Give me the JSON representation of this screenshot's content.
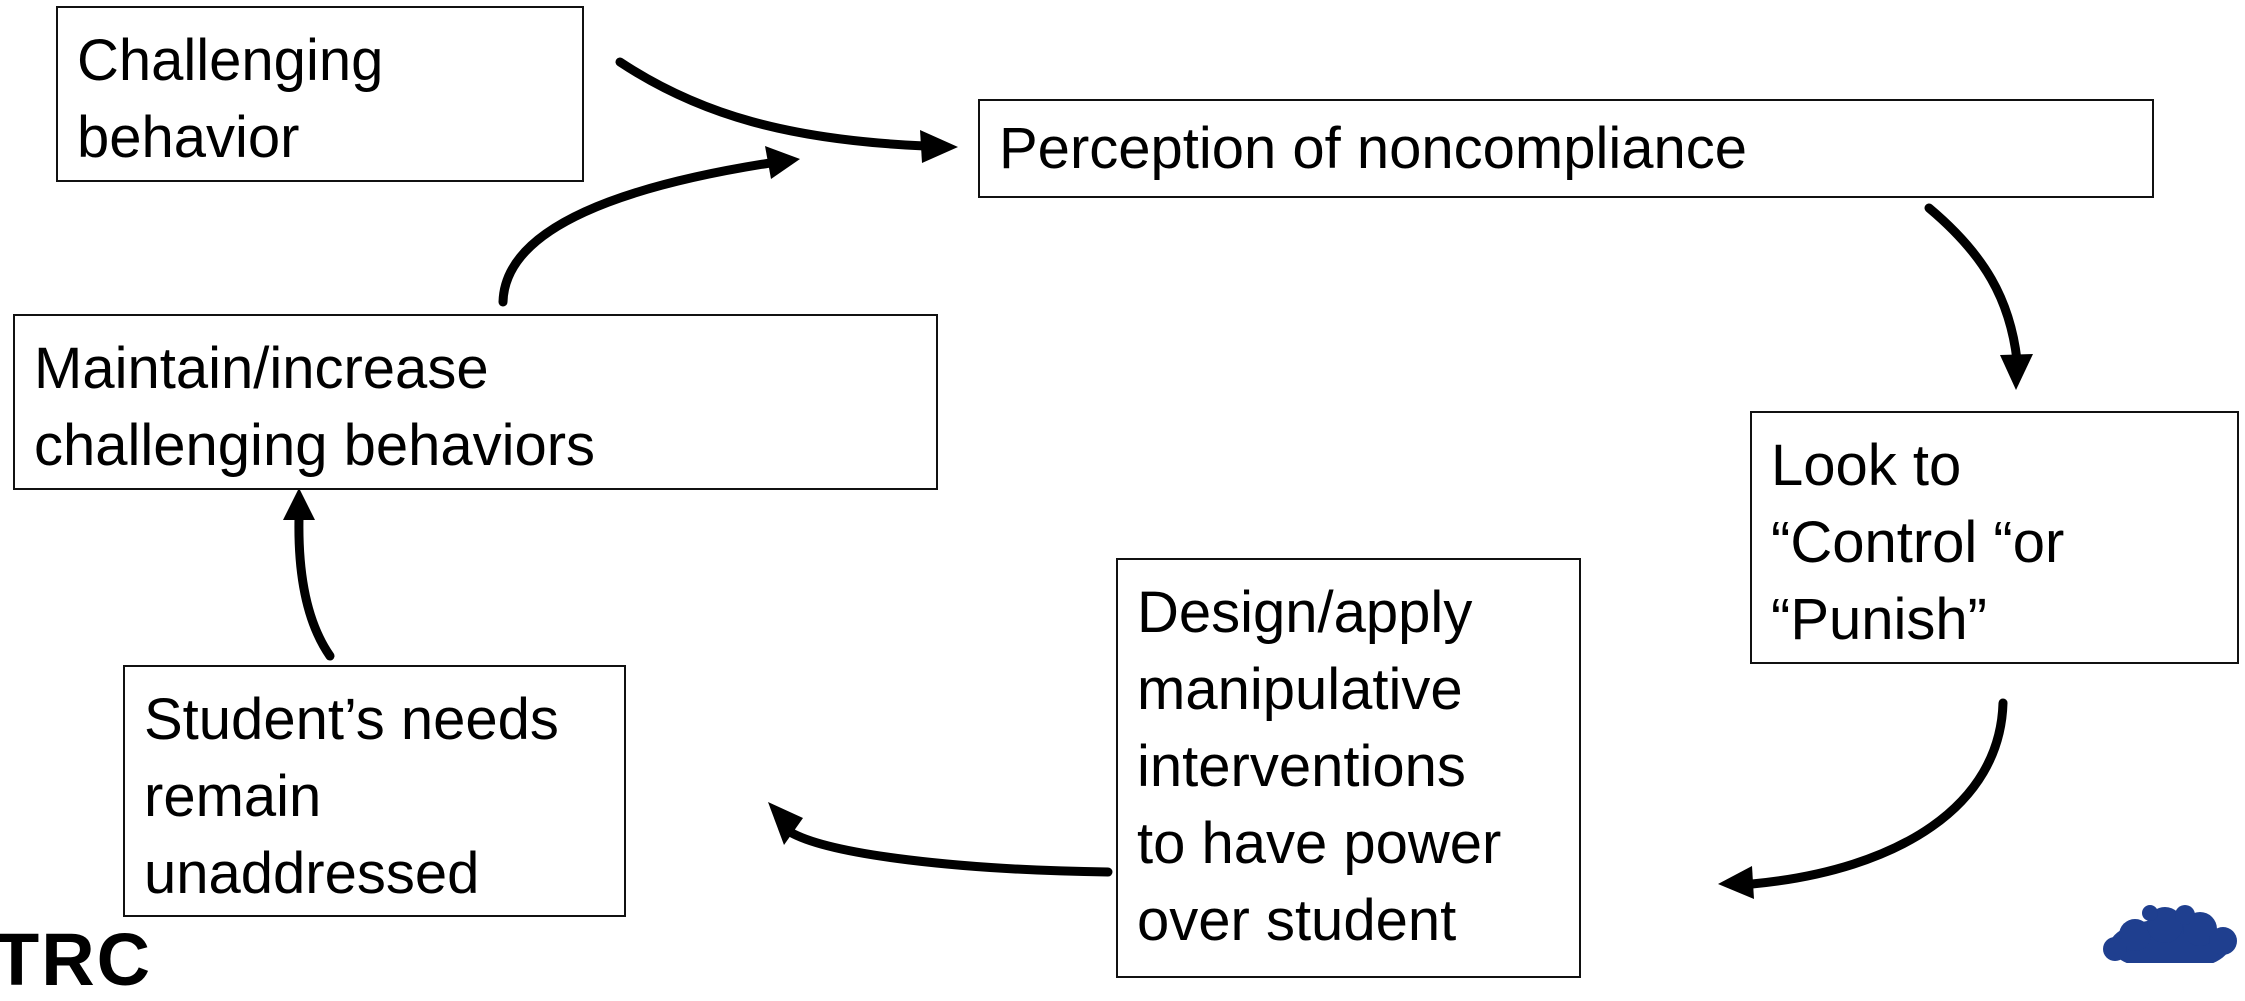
{
  "diagram": {
    "nodes": [
      {
        "id": "challenging-behavior",
        "lines": [
          "Challenging",
          "behavior"
        ]
      },
      {
        "id": "perception-noncompliance",
        "lines": [
          "Perception of noncompliance"
        ]
      },
      {
        "id": "look-to-control",
        "lines": [
          "Look to",
          "“Control “or",
          "“Punish”"
        ]
      },
      {
        "id": "design-apply",
        "lines": [
          "Design/apply",
          "manipulative",
          "interventions",
          "to have power",
          "over student"
        ]
      },
      {
        "id": "needs-unaddressed",
        "lines": [
          "Student’s needs",
          "remain",
          "unaddressed"
        ]
      },
      {
        "id": "maintain-increase",
        "lines": [
          "Maintain/increase",
          "challenging behaviors"
        ]
      }
    ],
    "edges": [
      {
        "from": "challenging-behavior",
        "to": "perception-noncompliance"
      },
      {
        "from": "perception-noncompliance",
        "to": "look-to-control"
      },
      {
        "from": "look-to-control",
        "to": "design-apply"
      },
      {
        "from": "design-apply",
        "to": "needs-unaddressed"
      },
      {
        "from": "needs-unaddressed",
        "to": "maintain-increase"
      },
      {
        "from": "maintain-increase",
        "to": "perception-noncompliance"
      }
    ]
  },
  "footer": {
    "logo_text": "TRC",
    "tree_logo_icon": "tree-icon",
    "tree_logo_color": "#1f3f8f"
  },
  "colors": {
    "box_border": "#111111",
    "arrow": "#000000",
    "text": "#000000",
    "background": "#ffffff"
  }
}
